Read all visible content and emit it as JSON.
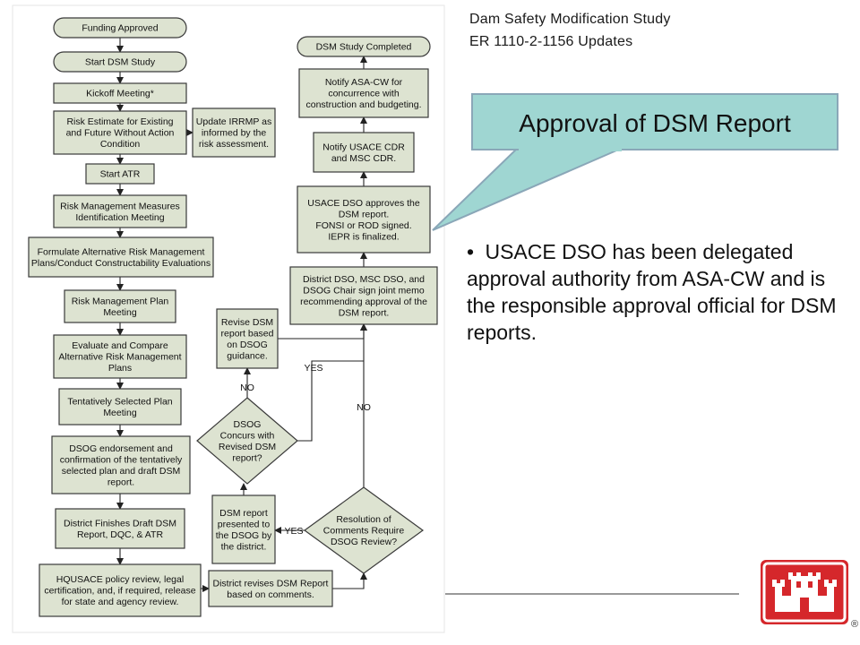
{
  "header": {
    "line1": "Dam Safety Modification Study",
    "line2": "ER 1110-2-1156 Updates"
  },
  "callout": {
    "title": "Approval of DSM Report",
    "fill": "#9fd6d2",
    "border": "#8aa7b8"
  },
  "body": {
    "bullet": "•",
    "text": "USACE DSO has been delegated approval authority from ASA-CW and is the responsible approval official for DSM reports."
  },
  "logo": {
    "name": "castle-logo",
    "color": "#d5272b",
    "registered": "®"
  },
  "flowchart": {
    "box_fill": "#dde3d1",
    "box_border": "#3a3a3a",
    "left_column": [
      {
        "id": "funding",
        "lines": [
          "Funding Approved"
        ]
      },
      {
        "id": "start",
        "lines": [
          "Start DSM Study"
        ]
      },
      {
        "id": "kickoff",
        "lines": [
          "Kickoff Meeting*"
        ]
      },
      {
        "id": "risk",
        "lines": [
          "Risk Estimate for Existing",
          "and Future Without Action",
          "Condition"
        ]
      },
      {
        "id": "atr",
        "lines": [
          "Start  ATR"
        ]
      },
      {
        "id": "rmm",
        "lines": [
          "Risk Management Measures",
          "Identification Meeting"
        ]
      },
      {
        "id": "formulate",
        "lines": [
          "Formulate Alternative Risk Management",
          "Plans/Conduct Constructability Evaluations"
        ]
      },
      {
        "id": "rmp",
        "lines": [
          "Risk Management Plan",
          "Meeting"
        ]
      },
      {
        "id": "evaluate",
        "lines": [
          "Evaluate and Compare",
          "Alternative Risk Management",
          "Plans"
        ]
      },
      {
        "id": "tsp",
        "lines": [
          "Tentatively Selected Plan",
          "Meeting"
        ]
      },
      {
        "id": "dsog_endorse",
        "lines": [
          "DSOG endorsement and",
          "confirmation of the tentatively",
          "selected plan and draft DSM",
          "report."
        ]
      },
      {
        "id": "district_draft",
        "lines": [
          "District Finishes Draft DSM",
          "Report,  DQC, & ATR"
        ]
      },
      {
        "id": "hq",
        "lines": [
          "HQUSACE policy review, legal",
          "certification, and, if required, release",
          "for state and agency review."
        ]
      }
    ],
    "irrmp": [
      "Update IRRMP as",
      "informed by the",
      "risk assessment."
    ],
    "right_column": [
      {
        "id": "completed",
        "lines": [
          "DSM Study Completed"
        ]
      },
      {
        "id": "asa",
        "lines": [
          "Notify ASA-CW for",
          "concurrence with",
          "construction and budgeting."
        ]
      },
      {
        "id": "cdr",
        "lines": [
          "Notify USACE CDR",
          "and MSC CDR."
        ]
      },
      {
        "id": "dso_approves",
        "lines": [
          "USACE DSO approves the",
          "DSM report.",
          "FONSI or ROD signed.",
          "IEPR is finalized."
        ]
      },
      {
        "id": "joint_memo",
        "lines": [
          "District DSO, MSC DSO, and",
          "DSOG Chair sign joint memo",
          "recommending  approval of the",
          "DSM report."
        ]
      }
    ],
    "middle": {
      "revise": [
        "Revise DSM",
        "report based",
        "on DSOG",
        "guidance."
      ],
      "dsog_concurs": [
        "DSOG",
        "Concurs with",
        "Revised DSM",
        "report?"
      ],
      "presented": [
        "DSM report",
        "presented to",
        "the DSOG by",
        "the district."
      ],
      "resolution": [
        "Resolution of",
        "Comments Require",
        "DSOG Review?"
      ],
      "district_revises": [
        "District revises DSM Report",
        "based on comments."
      ]
    },
    "labels": {
      "yes_top": "YES",
      "no_left": "NO",
      "no_right": "NO",
      "yes_bottom": "YES"
    }
  }
}
